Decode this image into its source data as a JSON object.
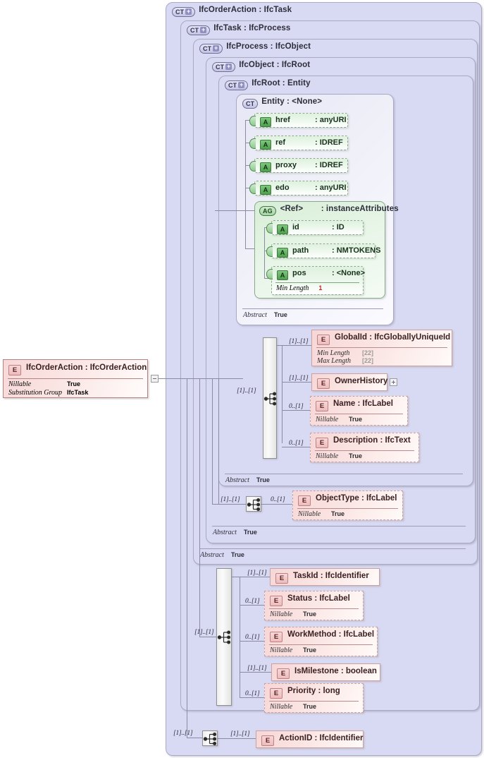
{
  "diagram": {
    "title": "IfcOrderAction XSD schema diagram",
    "colors": {
      "complex_type_fill": "#d8d9f2",
      "attribute_fill": "#dff1df",
      "element_fill": "#f7d7d7",
      "line": "#8a8aa5"
    }
  },
  "root_element": {
    "icon": "element-icon",
    "icon_label": "E",
    "name": "IfcOrderAction",
    "type": "IfcOrderAction",
    "header": "IfcOrderAction : IfcOrderAction",
    "facets": [
      {
        "key": "Nillable",
        "value": "True"
      },
      {
        "key": "Substitution Group",
        "value": "IfcTask"
      }
    ]
  },
  "containers": [
    {
      "id": "ifcorderaction",
      "badge": "CT",
      "expand": "+",
      "name": "IfcOrderAction",
      "type": ": IfcTask",
      "header": "IfcOrderAction : IfcTask"
    },
    {
      "id": "ifctask",
      "badge": "CT",
      "expand": "+",
      "name": "IfcTask",
      "type": ": IfcProcess",
      "header": "IfcTask   : IfcProcess"
    },
    {
      "id": "ifcprocess",
      "badge": "CT",
      "expand": "+",
      "name": "IfcProcess",
      "type": ": IfcObject",
      "header": "IfcProcess : IfcObject"
    },
    {
      "id": "ifcobject",
      "badge": "CT",
      "expand": "+",
      "name": "IfcObject",
      "type": ": IfcRoot",
      "header": "IfcObject : IfcRoot"
    },
    {
      "id": "ifcroot",
      "badge": "CT",
      "expand": "+",
      "name": "IfcRoot",
      "type": ": Entity",
      "header": "IfcRoot   : Entity"
    },
    {
      "id": "entity",
      "badge": "CT",
      "expand": "",
      "name": "Entity",
      "type": ": <None>",
      "header": "Entity    : <None>"
    }
  ],
  "entity_attributes": [
    {
      "badge": "A",
      "name": "href",
      "type": ": anyURI"
    },
    {
      "badge": "A",
      "name": "ref",
      "type": ": IDREF"
    },
    {
      "badge": "A",
      "name": "proxy",
      "type": ": IDREF"
    },
    {
      "badge": "A",
      "name": "edo",
      "type": ": anyURI"
    }
  ],
  "attribute_group": {
    "badge": "AG",
    "name": "<Ref>",
    "type": ": instanceAttributes",
    "header": "<Ref>   : instanceAttributes",
    "attributes": [
      {
        "badge": "A",
        "name": "id",
        "type": ": ID",
        "facets": []
      },
      {
        "badge": "A",
        "name": "path",
        "type": ": NMTOKENS",
        "facets": []
      },
      {
        "badge": "A",
        "name": "pos",
        "type": ": <None>",
        "facets": [
          {
            "key": "Min Length",
            "value": "1"
          }
        ]
      }
    ]
  },
  "abstract_rows": [
    {
      "owner": "entity",
      "key": "Abstract",
      "value": "True"
    },
    {
      "owner": "ifcroot",
      "key": "Abstract",
      "value": "True"
    },
    {
      "owner": "ifcobject",
      "key": "Abstract",
      "value": "True"
    },
    {
      "owner": "ifcprocess",
      "key": "Abstract",
      "value": "True"
    }
  ],
  "ifcroot_sequence": {
    "compositor": "sequence-icon",
    "occurrence_in": "[1]..[1]",
    "children": [
      {
        "occ": "[1]..[1]",
        "badge": "E",
        "name": "GlobalId",
        "type": ": IfcGloballyUniqueId",
        "header": "GlobalId : IfcGloballyUniqueId",
        "dashed": false,
        "facets": [
          {
            "key": "Min Length",
            "value": "[22]"
          },
          {
            "key": "Max Length",
            "value": "[22]"
          }
        ]
      },
      {
        "occ": "[1]..[1]",
        "badge": "E",
        "name": "OwnerHistory",
        "type": "",
        "header": "OwnerHistory",
        "dashed": false,
        "expandable": true,
        "facets": []
      },
      {
        "occ": "0..[1]",
        "badge": "E",
        "name": "Name",
        "type": ": IfcLabel",
        "header": "Name    : IfcLabel",
        "dashed": true,
        "facets": [
          {
            "key": "Nillable",
            "value": "True"
          }
        ]
      },
      {
        "occ": "0..[1]",
        "badge": "E",
        "name": "Description",
        "type": ": IfcText",
        "header": "Description : IfcText",
        "dashed": true,
        "facets": [
          {
            "key": "Nillable",
            "value": "True"
          }
        ]
      }
    ]
  },
  "ifcobject_sequence": {
    "compositor": "sequence-icon",
    "occurrence_in": "[1]..[1]",
    "children": [
      {
        "occ": "0..[1]",
        "badge": "E",
        "name": "ObjectType",
        "type": ": IfcLabel",
        "header": "ObjectType : IfcLabel",
        "dashed": true,
        "facets": [
          {
            "key": "Nillable",
            "value": "True"
          }
        ]
      }
    ]
  },
  "ifctask_sequence": {
    "compositor": "sequence-icon",
    "occurrence_in": "[1]..[1]",
    "children": [
      {
        "occ": "[1]..[1]",
        "badge": "E",
        "name": "TaskId",
        "type": ": IfcIdentifier",
        "header": "TaskId   : IfcIdentifier",
        "dashed": false,
        "facets": []
      },
      {
        "occ": "0..[1]",
        "badge": "E",
        "name": "Status",
        "type": ": IfcLabel",
        "header": "Status    : IfcLabel",
        "dashed": true,
        "facets": [
          {
            "key": "Nillable",
            "value": "True"
          }
        ]
      },
      {
        "occ": "0..[1]",
        "badge": "E",
        "name": "WorkMethod",
        "type": ": IfcLabel",
        "header": "WorkMethod : IfcLabel",
        "dashed": true,
        "facets": [
          {
            "key": "Nillable",
            "value": "True"
          }
        ]
      },
      {
        "occ": "[1]..[1]",
        "badge": "E",
        "name": "IsMilestone",
        "type": ": boolean",
        "header": "IsMilestone : boolean",
        "dashed": false,
        "facets": []
      },
      {
        "occ": "0..[1]",
        "badge": "E",
        "name": "Priority",
        "type": ": long",
        "header": "Priority   : long",
        "dashed": true,
        "facets": [
          {
            "key": "Nillable",
            "value": "True"
          }
        ]
      }
    ]
  },
  "ifcorderaction_sequence": {
    "compositor": "sequence-icon",
    "occurrence_in": "[1]..[1]",
    "children": [
      {
        "occ": "[1]..[1]",
        "badge": "E",
        "name": "ActionID",
        "type": ": IfcIdentifier",
        "header": "ActionID : IfcIdentifier",
        "dashed": false,
        "facets": []
      }
    ]
  }
}
